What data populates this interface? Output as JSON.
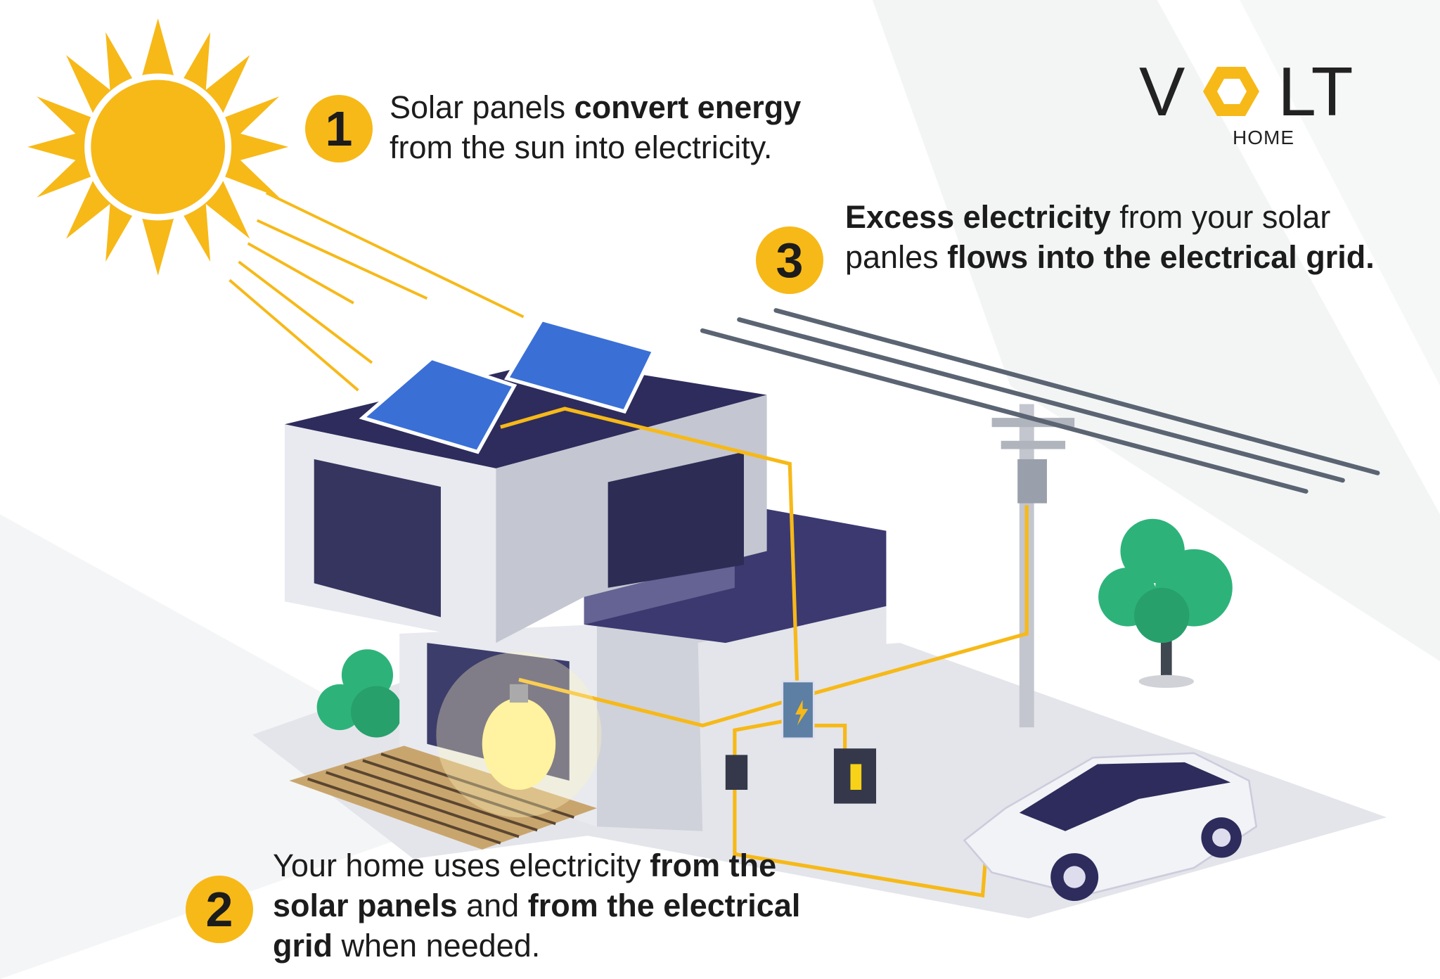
{
  "logo": {
    "word_left": "V",
    "word_right": "LT",
    "sub": "HOME",
    "brand_color": "#f7b918"
  },
  "steps": [
    {
      "number": "1",
      "parts": [
        "Solar panels ",
        "convert energy",
        " from the sun into electricity."
      ]
    },
    {
      "number": "2",
      "parts": [
        "Your home uses electricity ",
        "from the solar panels",
        " and ",
        "from the electrical grid",
        " when needed."
      ]
    },
    {
      "number": "3",
      "parts": [
        "Excess electricity",
        " from your solar panles ",
        "flows into the electrical grid."
      ]
    }
  ],
  "colors": {
    "accent": "#f7b918",
    "roof": "#2e2c5c",
    "panel": "#3a6fd6",
    "tree": "#2db37a",
    "wire": "#5b6472"
  }
}
